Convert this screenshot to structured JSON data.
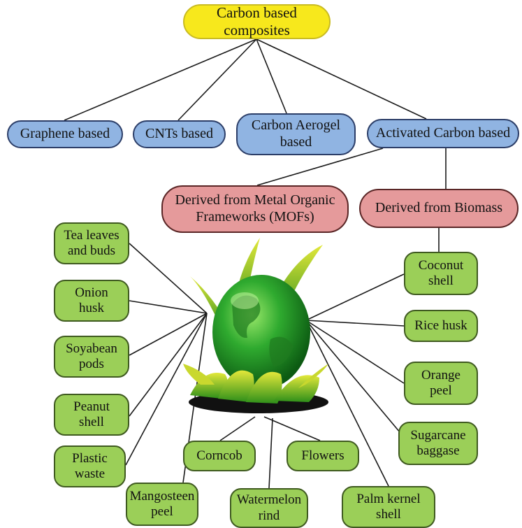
{
  "root": {
    "label": "Carbon based composites"
  },
  "categories": {
    "graphene": "Graphene based",
    "cnts": "CNTs based",
    "aerogel": "Carbon Aerogel\nbased",
    "activated": "Activated Carbon based"
  },
  "sources": {
    "mof": "Derived from Metal Organic\nFrameworks (MOFs)",
    "biomass": "Derived from Biomass"
  },
  "biomass_left": [
    "Tea leaves\nand buds",
    "Onion\nhusk",
    "Soyabean\npods",
    "Peanut\nshell",
    "Plastic\nwaste"
  ],
  "biomass_right": [
    "Coconut\nshell",
    "Rice husk",
    "Orange\npeel",
    "Sugarcane\nbaggase"
  ],
  "biomass_bottom": [
    "Mangosteen\npeel",
    "Corncob",
    "Watermelon\nrind",
    "Flowers",
    "Palm kernel\nshell"
  ],
  "colors": {
    "root": "#f7e81c",
    "category": "#90b4e2",
    "source": "#e59a9b",
    "biomass": "#9bcf58",
    "globe": "#2faa2f"
  }
}
